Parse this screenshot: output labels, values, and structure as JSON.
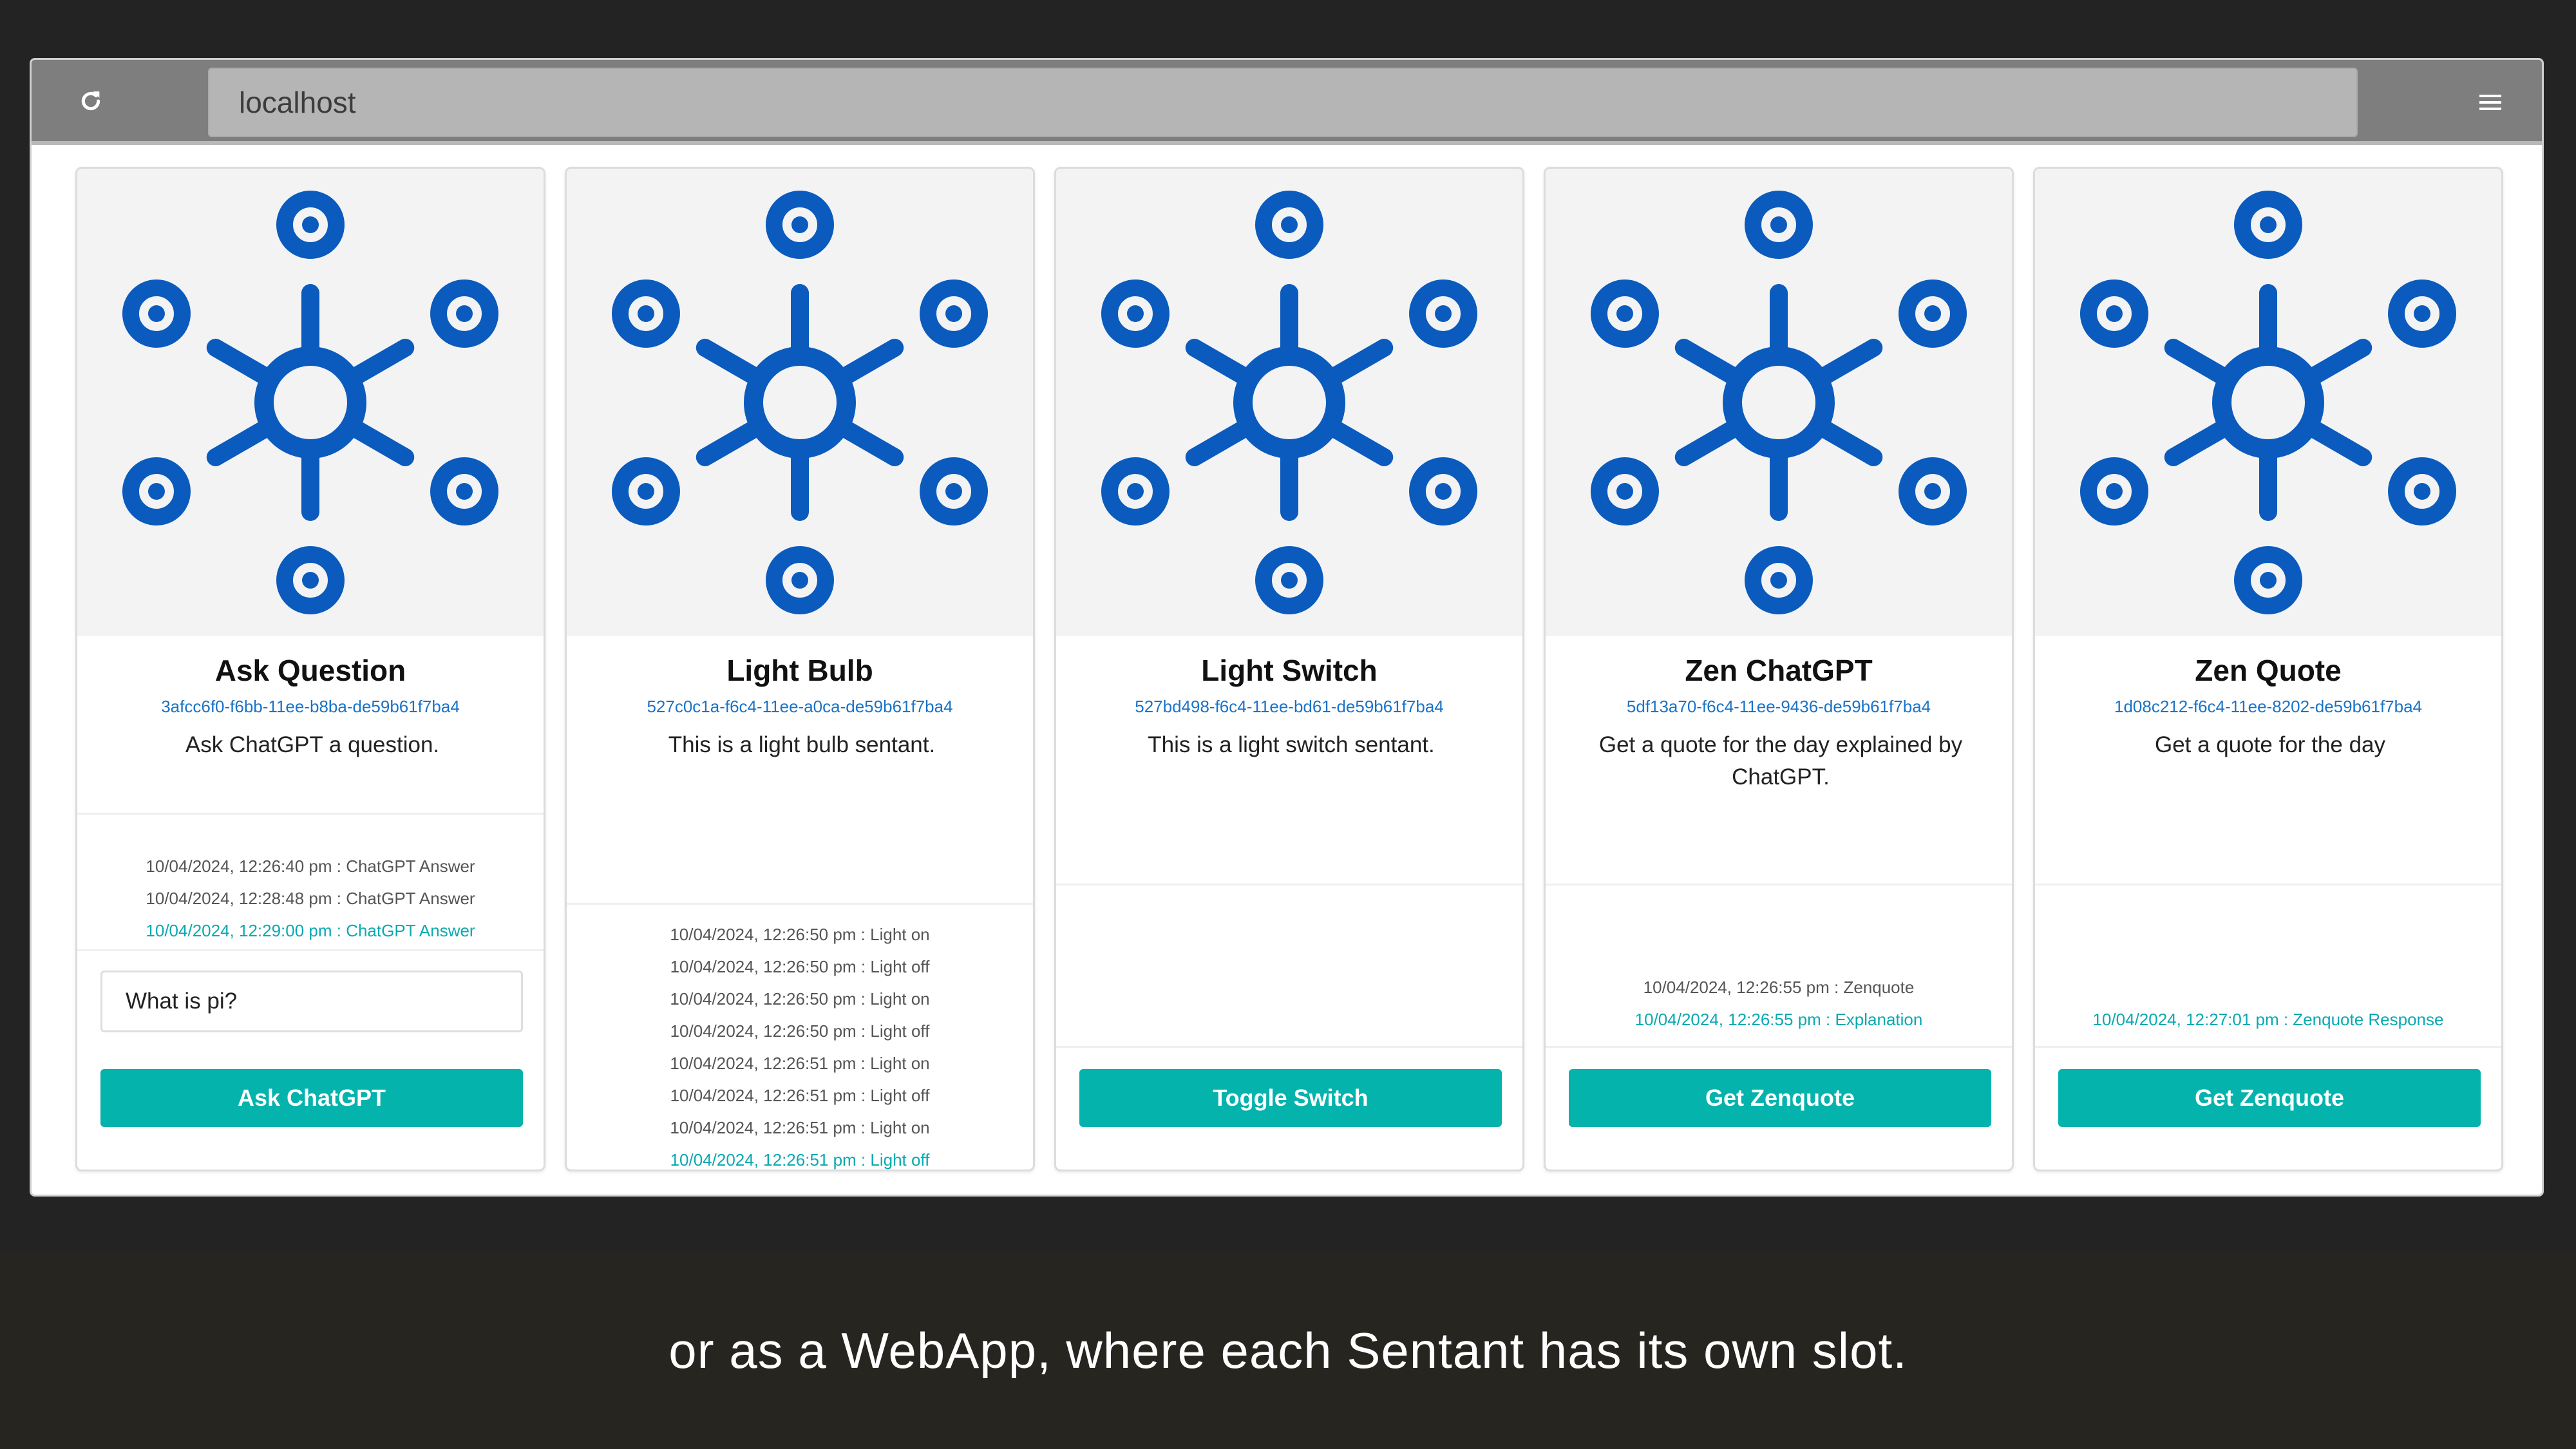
{
  "browser": {
    "url": "localhost",
    "reload_icon": "reload-icon",
    "menu_icon": "hamburger-menu-icon"
  },
  "colors": {
    "accent": "#05b3ad",
    "icon_blue": "#0a5bbd",
    "id_link": "#1a73c8",
    "latest_log": "#0aa9b0"
  },
  "cards": [
    {
      "title": "Ask Question",
      "id": "3afcc6f0-f6bb-11ee-b8ba-de59b61f7ba4",
      "description": "Ask ChatGPT a question.",
      "logs": [
        "10/04/2024, 12:26:40 pm : ChatGPT Answer",
        "10/04/2024, 12:28:48 pm : ChatGPT Answer",
        "10/04/2024, 12:29:00 pm : ChatGPT Answer"
      ],
      "input_value": "What is pi?",
      "button": "Ask ChatGPT"
    },
    {
      "title": "Light Bulb",
      "id": "527c0c1a-f6c4-11ee-a0ca-de59b61f7ba4",
      "description": "This is a light bulb sentant.",
      "logs": [
        "10/04/2024, 12:26:50 pm : Light on",
        "10/04/2024, 12:26:50 pm : Light off",
        "10/04/2024, 12:26:50 pm : Light on",
        "10/04/2024, 12:26:50 pm : Light off",
        "10/04/2024, 12:26:51 pm : Light on",
        "10/04/2024, 12:26:51 pm : Light off",
        "10/04/2024, 12:26:51 pm : Light on",
        "10/04/2024, 12:26:51 pm : Light off"
      ]
    },
    {
      "title": "Light Switch",
      "id": "527bd498-f6c4-11ee-bd61-de59b61f7ba4",
      "description": "This is a light switch sentant.",
      "logs": [],
      "button": "Toggle Switch"
    },
    {
      "title": "Zen ChatGPT",
      "id": "5df13a70-f6c4-11ee-9436-de59b61f7ba4",
      "description": "Get a quote for the day explained by ChatGPT.",
      "logs": [
        "10/04/2024, 12:26:55 pm : Zenquote",
        "10/04/2024, 12:26:55 pm : Explanation"
      ],
      "button": "Get Zenquote"
    },
    {
      "title": "Zen Quote",
      "id": "1d08c212-f6c4-11ee-8202-de59b61f7ba4",
      "description": "Get a quote for the day",
      "logs": [
        "10/04/2024, 12:27:01 pm : Zenquote Response"
      ],
      "button": "Get Zenquote"
    }
  ],
  "caption": "or as a WebApp, where each Sentant has its own slot."
}
